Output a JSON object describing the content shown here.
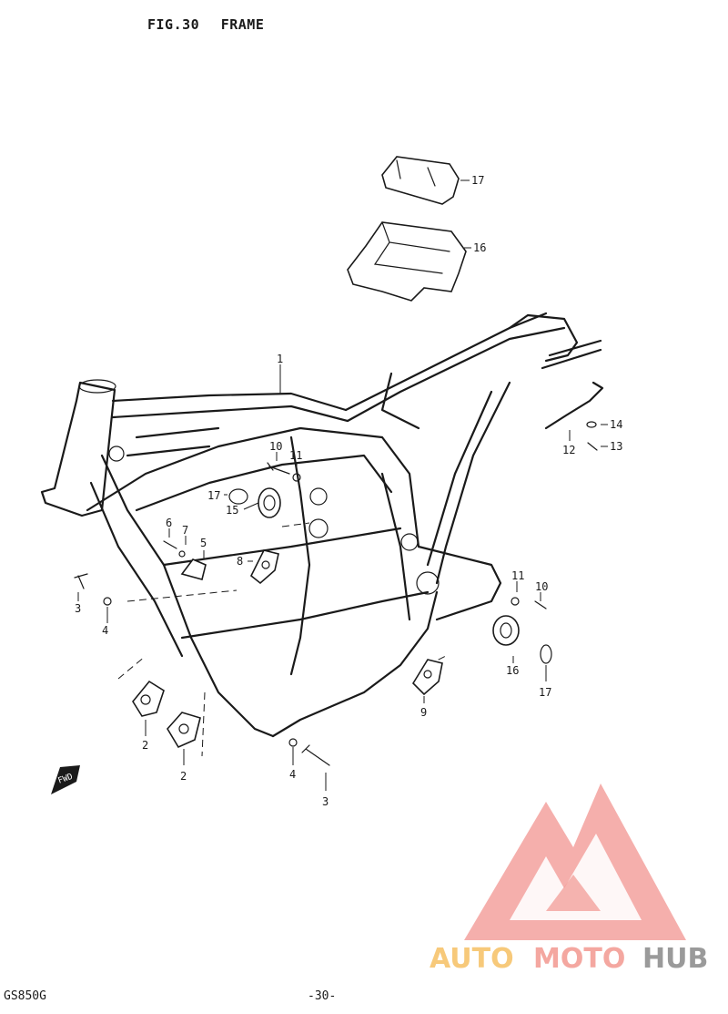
{
  "header": {
    "fig_number": "FIG.30",
    "fig_name": "FRAME"
  },
  "footer": {
    "model": "GS850G",
    "page": "-30-"
  },
  "watermark": {
    "text_auto": "AUTO",
    "text_moto": "MOTO",
    "text_hub": "HUB",
    "colors": {
      "auto": "#f7c97a",
      "moto": "#f4a7a0",
      "hub": "#9a9a9a",
      "mark": "#f08a84"
    }
  },
  "callouts": [
    {
      "id": "c1",
      "label": "1"
    },
    {
      "id": "c2a",
      "label": "2"
    },
    {
      "id": "c2b",
      "label": "2"
    },
    {
      "id": "c3a",
      "label": "3"
    },
    {
      "id": "c3b",
      "label": "3"
    },
    {
      "id": "c4a",
      "label": "4"
    },
    {
      "id": "c4b",
      "label": "4"
    },
    {
      "id": "c5",
      "label": "5"
    },
    {
      "id": "c6",
      "label": "6"
    },
    {
      "id": "c7",
      "label": "7"
    },
    {
      "id": "c8",
      "label": "8"
    },
    {
      "id": "c9",
      "label": "9"
    },
    {
      "id": "c10a",
      "label": "10"
    },
    {
      "id": "c10b",
      "label": "10"
    },
    {
      "id": "c11a",
      "label": "11"
    },
    {
      "id": "c11b",
      "label": "11"
    },
    {
      "id": "c12",
      "label": "12"
    },
    {
      "id": "c13",
      "label": "13"
    },
    {
      "id": "c14",
      "label": "14"
    },
    {
      "id": "c15",
      "label": "15"
    },
    {
      "id": "c16a",
      "label": "16"
    },
    {
      "id": "c16b",
      "label": "16"
    },
    {
      "id": "c17a",
      "label": "17"
    },
    {
      "id": "c17b",
      "label": "17"
    },
    {
      "id": "c17c",
      "label": "17"
    }
  ],
  "fwd_label": "FWD"
}
